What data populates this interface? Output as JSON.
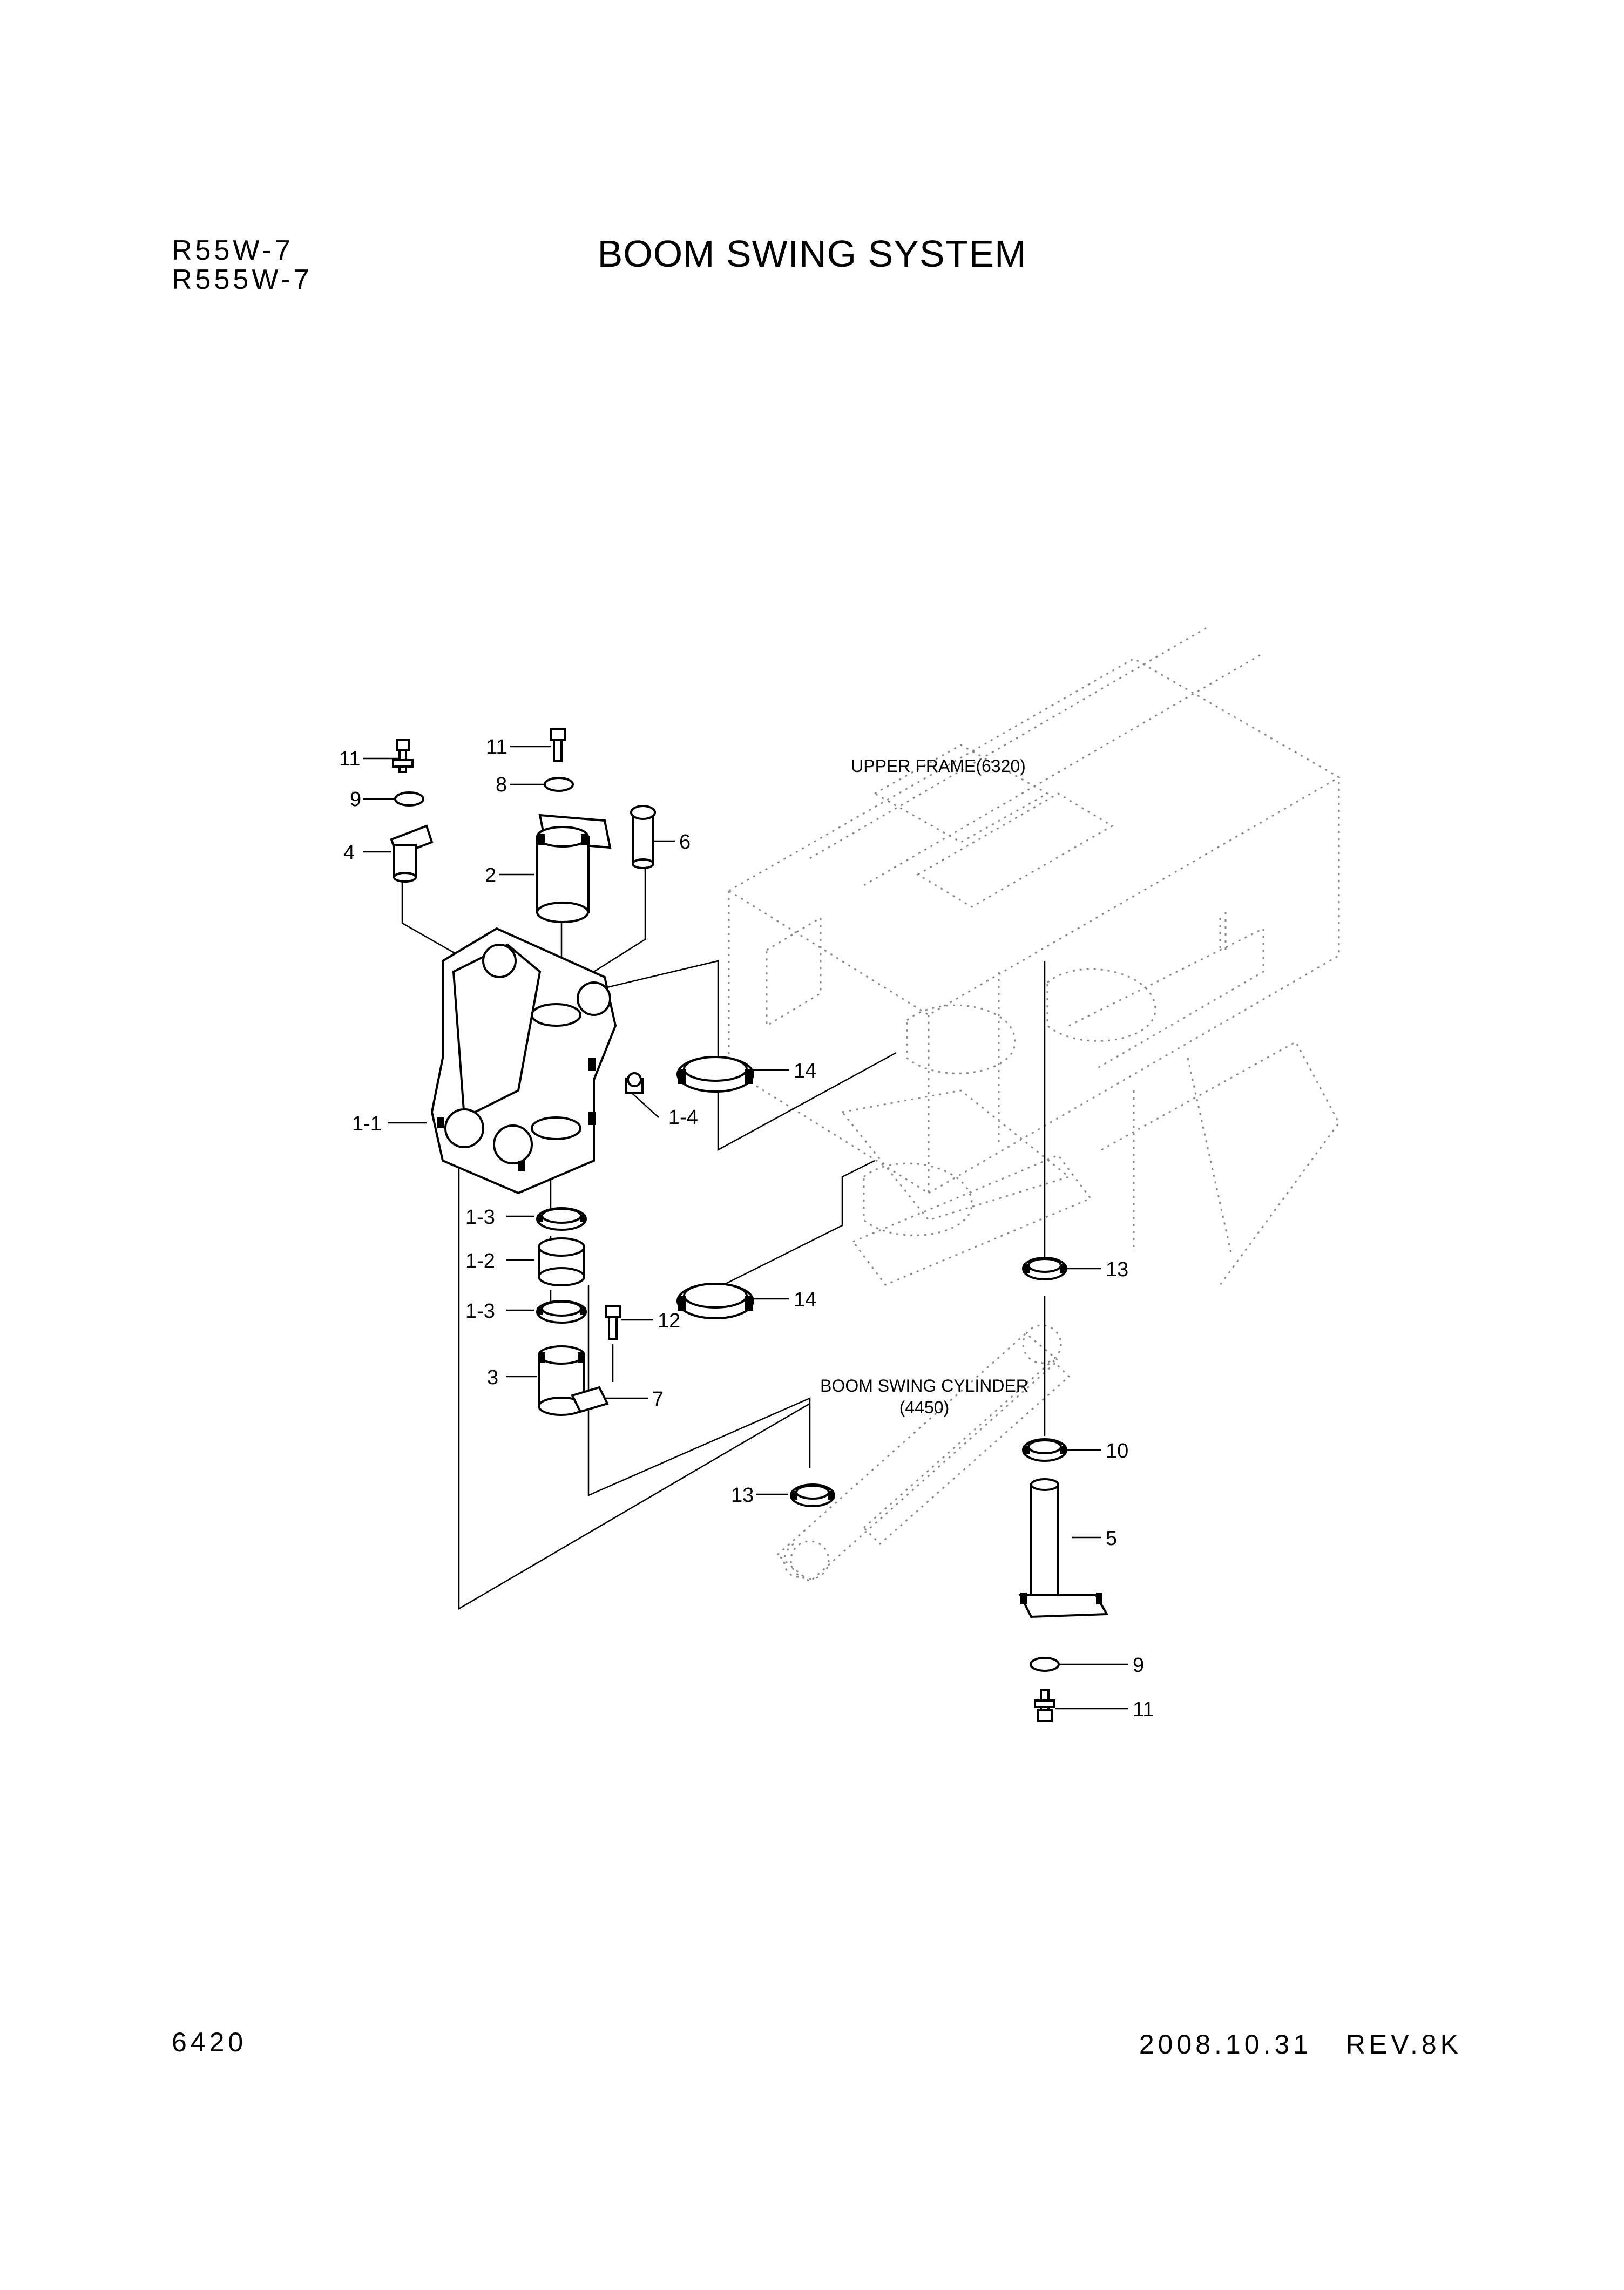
{
  "header": {
    "model_line_1": "R55W-7",
    "model_line_2": "R555W-7",
    "title": "BOOM SWING SYSTEM"
  },
  "footer": {
    "page_number": "6420",
    "date_revision": "2008.10.31   REV.8K"
  },
  "diagram": {
    "upper_frame_label": "UPPER FRAME(6320)",
    "cylinder_label_line_1": "BOOM SWING CYLINDER",
    "cylinder_label_line_2": "(4450)",
    "callouts": {
      "c11a": "11",
      "c9a": "9",
      "c4": "4",
      "c11b": "11",
      "c8": "8",
      "c2": "2",
      "c6": "6",
      "c14a": "14",
      "c1_4": "1-4",
      "c1_1": "1-1",
      "c1_3a": "1-3",
      "c1_2": "1-2",
      "c1_3b": "1-3",
      "c14b": "14",
      "c12": "12",
      "c3": "3",
      "c7": "7",
      "c13a": "13",
      "c13b": "13",
      "c10": "10",
      "c5": "5",
      "c9b": "9",
      "c11c": "11"
    }
  },
  "colors": {
    "ink": "#000000",
    "phantom": "#8a8a8a",
    "paper": "#ffffff"
  }
}
